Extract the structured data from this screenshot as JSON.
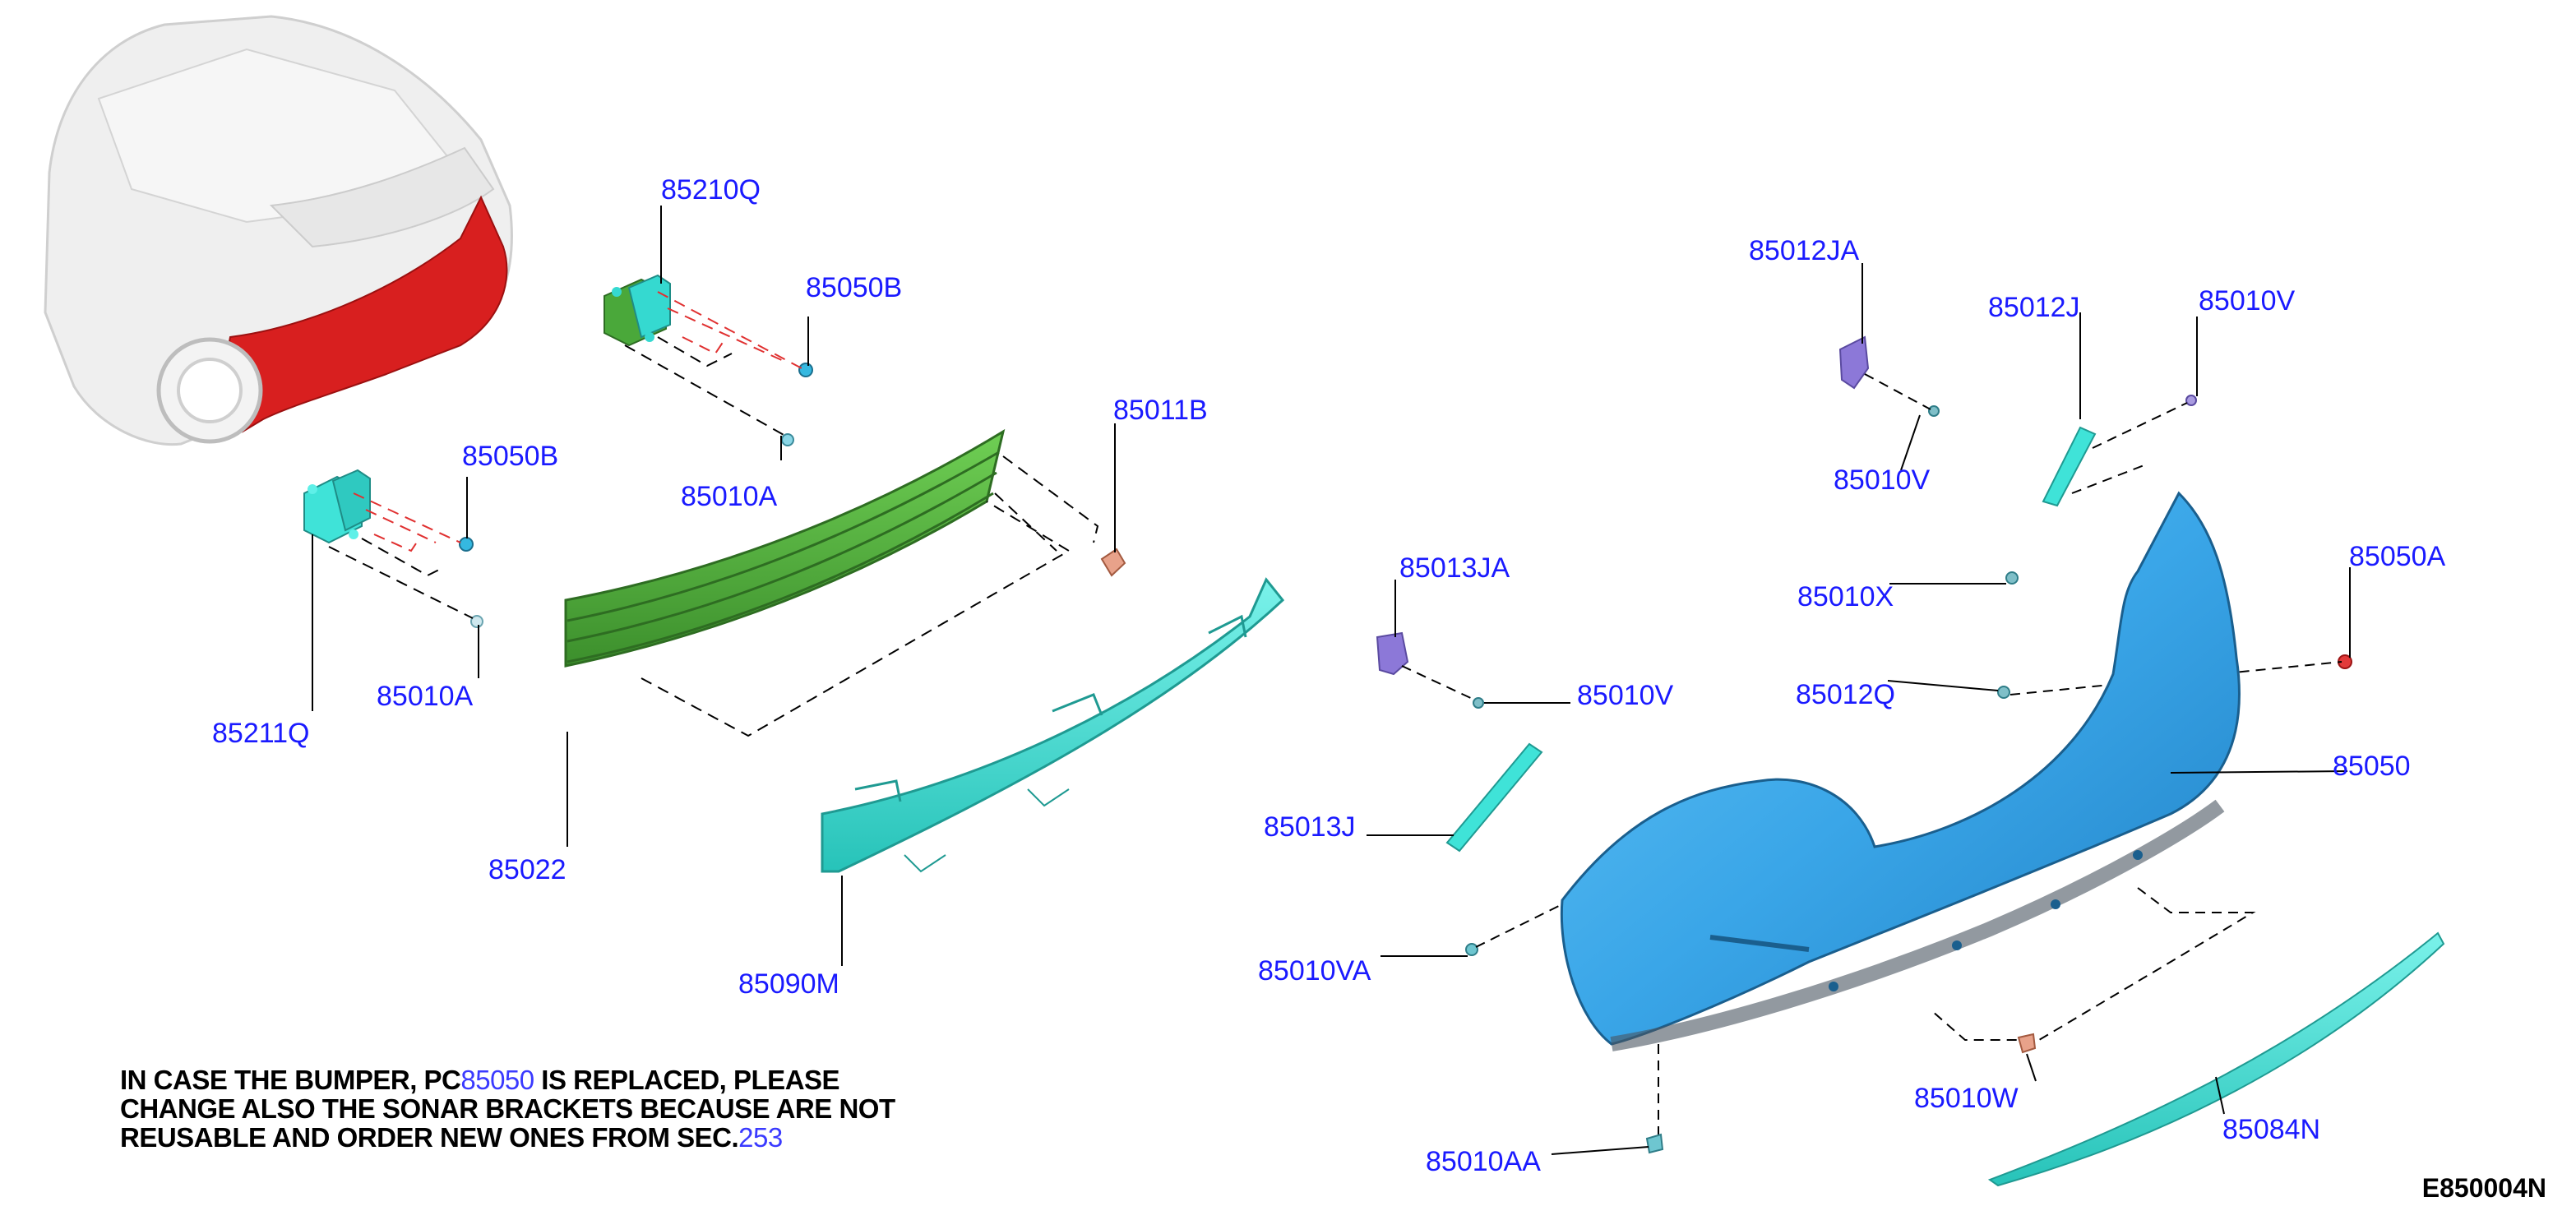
{
  "callouts": [
    "85210Q",
    "85050B",
    "85010A",
    "85050B",
    "85211Q",
    "85010A",
    "85011B",
    "85022",
    "85090M",
    "85013JA",
    "85010V",
    "85013J",
    "85010VA",
    "85012JA",
    "85012J",
    "85010V",
    "85010V",
    "85010X",
    "85050A",
    "85012Q",
    "85050",
    "85010W",
    "85084N",
    "85010AA"
  ],
  "note": {
    "line1_pre": "IN CASE THE BUMPER, PC",
    "line1_ref": "85050",
    "line1_post": " IS REPLACED, PLEASE",
    "line2": "CHANGE ALSO THE SONAR BRACKETS BECAUSE ARE NOT",
    "line3_pre": "REUSABLE AND ORDER NEW ONES FROM SEC.",
    "line3_ref": "253"
  },
  "figure_code": "E850004N",
  "colors": {
    "callout_text": "#1a1aff",
    "bumper_cover": "#3aa6e8",
    "reinforcement": "#4aa83a",
    "energy_absorber": "#3fe3d8",
    "brackets_purple": "#8c78d8",
    "sonar_bracket": "#35d9d0",
    "car_highlight": "#d81f1f"
  }
}
